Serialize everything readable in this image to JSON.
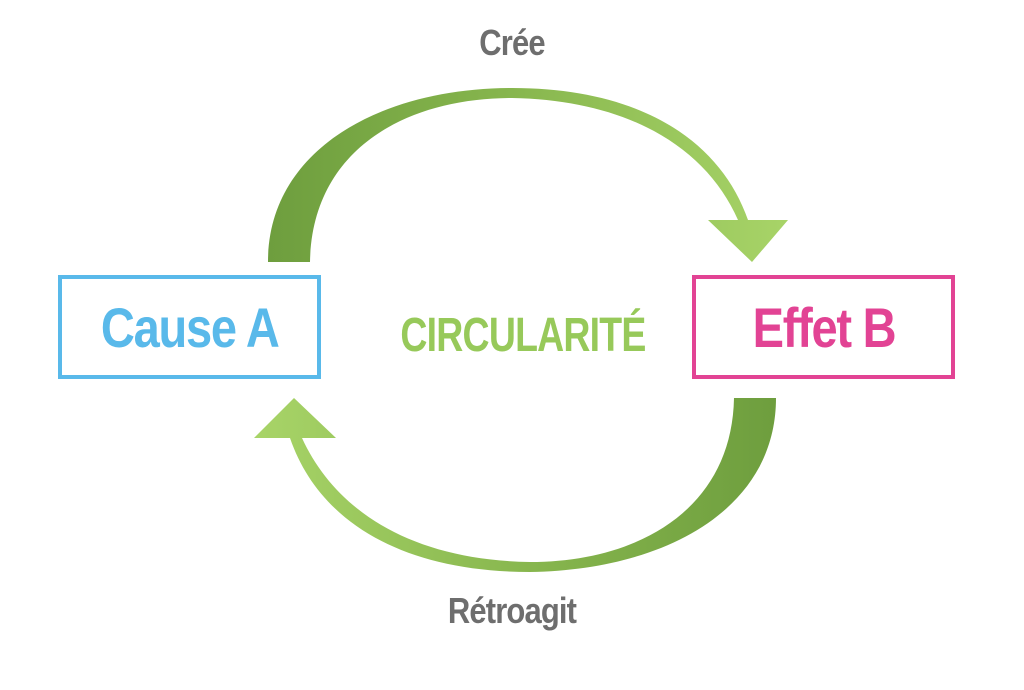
{
  "diagram": {
    "top_label": "Crée",
    "bottom_label": "Rétroagit",
    "center_label": "CIRCULARITÉ",
    "left_box": {
      "label": "Cause A",
      "color": "#59b9ea"
    },
    "right_box": {
      "label": "Effet B",
      "color": "#e24394"
    },
    "arrow_colors": {
      "light": "#a4d065",
      "dark": "#6e9e3e"
    },
    "label_color": "#6e6e6e",
    "center_color": "#97c95a"
  }
}
